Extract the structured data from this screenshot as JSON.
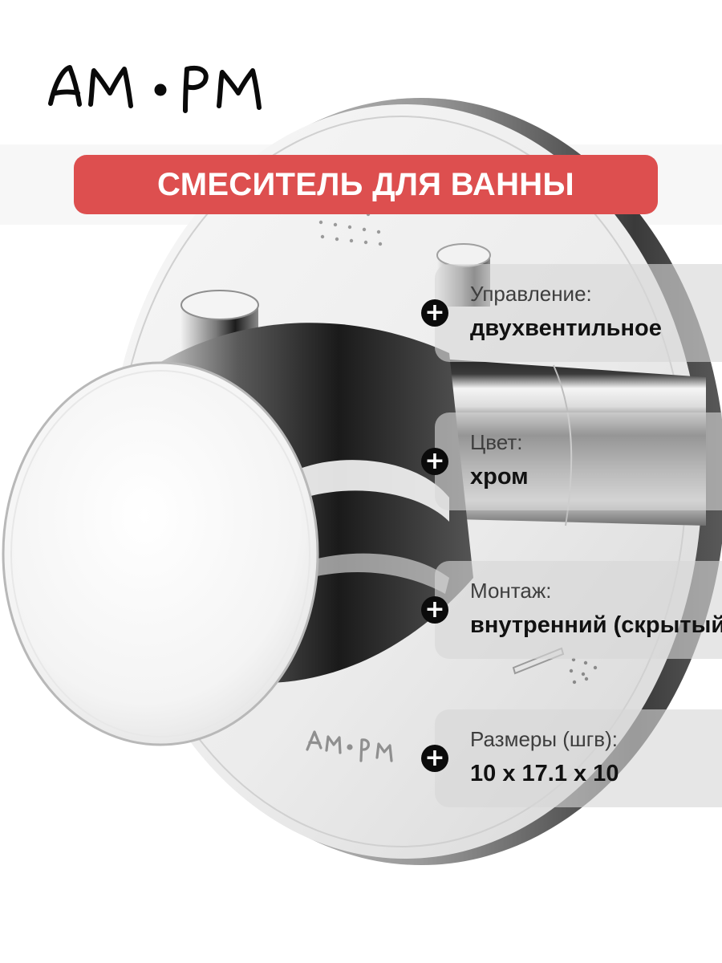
{
  "brand": {
    "logo_text": "AM·PM",
    "engraving_text": "AM·PM"
  },
  "title": "СМЕСИТЕЛЬ ДЛЯ ВАННЫ",
  "specs": [
    {
      "label": "Управление:",
      "value": "двухвентильное",
      "icon": "plus-icon"
    },
    {
      "label": "Цвет:",
      "value": "хром",
      "icon": "plus-icon"
    },
    {
      "label": "Монтаж:",
      "value": "внутренний (скрытый)",
      "icon": "plus-icon"
    },
    {
      "label": "Размеры (шгв):",
      "value": "10 х 17.1 х 10",
      "icon": "plus-icon"
    }
  ],
  "plus_symbol": "+",
  "colors": {
    "title_bg": "#dd4f4f",
    "title_text": "#ffffff",
    "card_bg": "#d7d7d7",
    "marker": "#0b0b0b",
    "chrome": "#c8c8c8"
  }
}
